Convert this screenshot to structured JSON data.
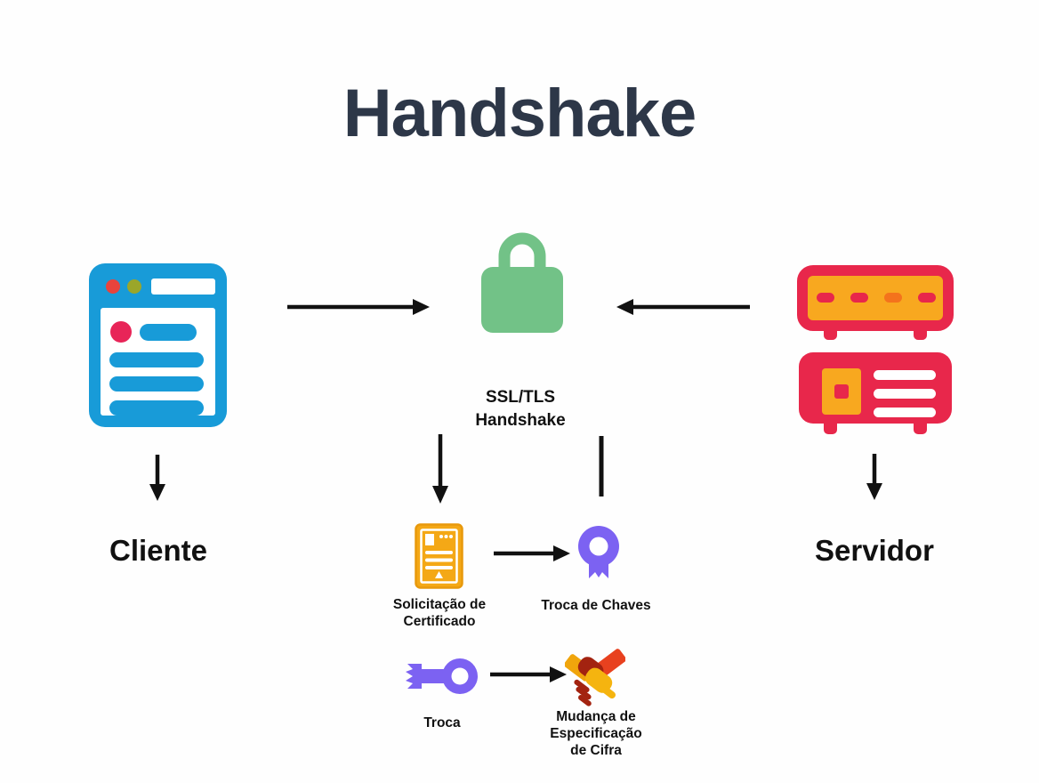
{
  "title": "Handshake",
  "colors": {
    "background": "#FEFEFE",
    "title_text": "#2D3748",
    "label_text": "#111111",
    "arrow": "#111111",
    "client_blue": "#189BD8",
    "dot_red": "#E8433C",
    "dot_olive": "#9BA62A",
    "content_red": "#E82558",
    "lock_green": "#72C287",
    "server_red": "#E8274B",
    "server_amber": "#F8A81F",
    "dash_orange": "#F4731C",
    "cert_amber": "#F4A816",
    "cert_border": "#E8990C",
    "accent_purple": "#7C62F2",
    "hand_gold": "#F0A50C",
    "hand_red": "#E8411F",
    "hand_dark_red": "#A32310",
    "hand_amber": "#F5B40F"
  },
  "nodes": {
    "client": {
      "label": "Cliente",
      "icon": "browser-icon"
    },
    "server": {
      "label": "Servidor",
      "icon": "server-icon"
    },
    "ssl_handshake": {
      "label": "SSL/TLS\nHandshake",
      "icon": "lock-icon"
    },
    "certificate_request": {
      "label": "Solicitação de\nCertificado",
      "icon": "certificate-icon"
    },
    "key_exchange": {
      "label": "Troca de Chaves",
      "icon": "award-key-icon"
    },
    "exchange": {
      "label": "Troca",
      "icon": "key-icon"
    },
    "cipher_spec_change": {
      "label": "Mudança de\nEspecificação\nde Cifra",
      "icon": "handshake-hands-icon"
    }
  }
}
